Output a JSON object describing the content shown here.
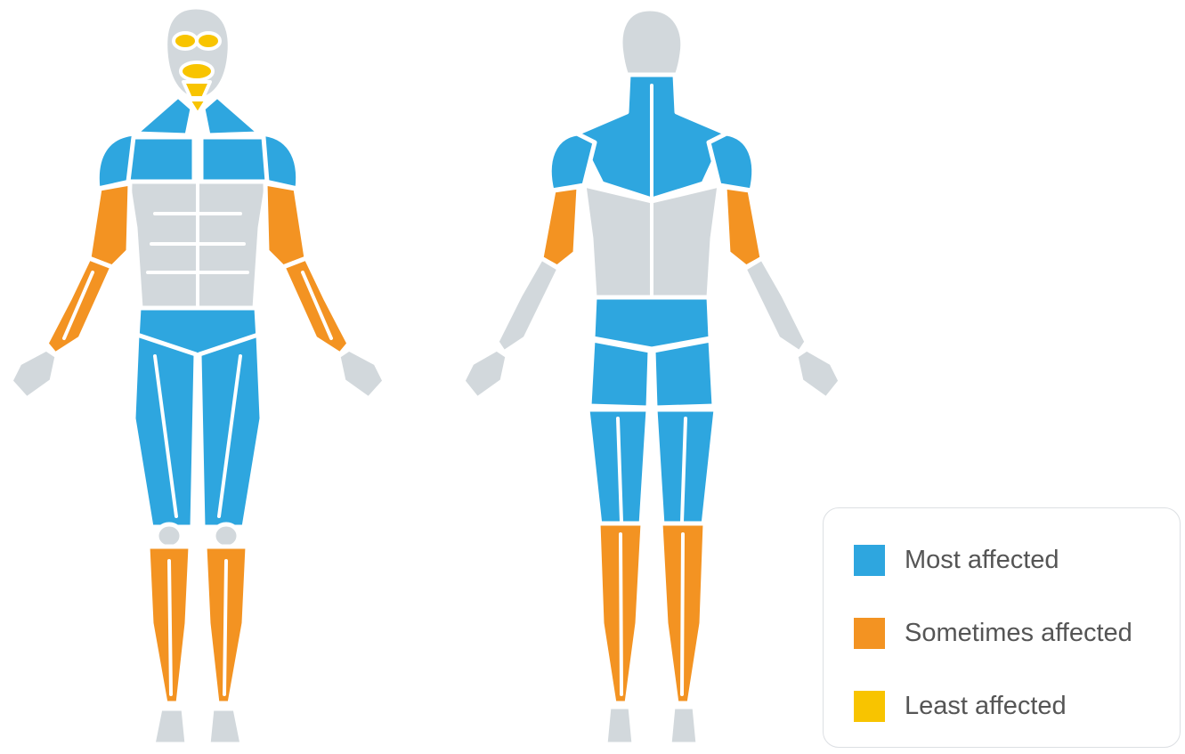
{
  "colors": {
    "most": "#2ea6df",
    "sometimes": "#f39322",
    "least": "#f8c400",
    "unaffected": "#d2d8dc",
    "outline": "#ffffff"
  },
  "legend": {
    "items": [
      {
        "label": "Most affected",
        "color": "#2ea6df"
      },
      {
        "label": "Sometimes affected",
        "color": "#f39322"
      },
      {
        "label": "Least affected",
        "color": "#f8c400"
      }
    ]
  }
}
